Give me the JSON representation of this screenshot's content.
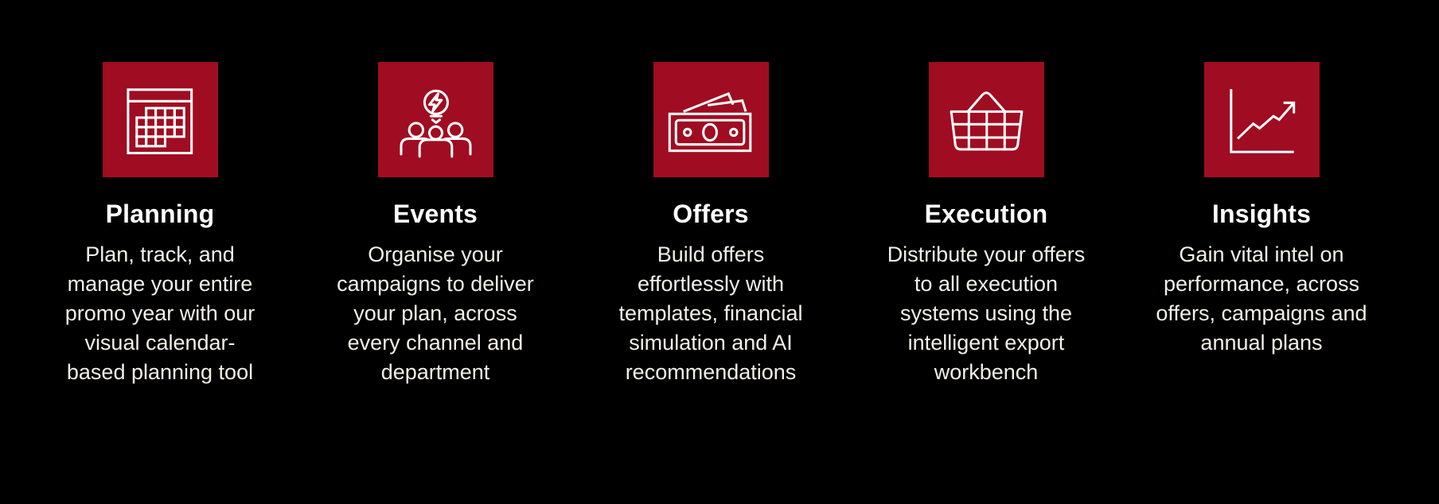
{
  "page": {
    "background_color": "#000000",
    "tile_color": "#A00C21",
    "heading_color": "#FFFFFF",
    "body_text_color": "#F3EFE8"
  },
  "features": [
    {
      "title": "Planning",
      "icon": "calendar-icon",
      "description": "Plan, track, and\nmanage your entire\npromo year with our\nvisual  calendar-\nbased planning tool"
    },
    {
      "title": "Events",
      "icon": "team-idea-icon",
      "description": "Organise your\ncampaigns to deliver\nyour plan, across\nevery channel and\ndepartment"
    },
    {
      "title": "Offers",
      "icon": "banknote-icon",
      "description": "Build offers\neffortlessly with\ntemplates, financial\nsimulation and AI\nrecommendations"
    },
    {
      "title": "Execution",
      "icon": "basket-icon",
      "description": "Distribute your offers\nto all execution\nsystems using the\nintelligent export\nworkbench"
    },
    {
      "title": "Insights",
      "icon": "growth-chart-icon",
      "description": "Gain vital intel on\nperformance, across\noffers, campaigns and\nannual plans"
    }
  ]
}
